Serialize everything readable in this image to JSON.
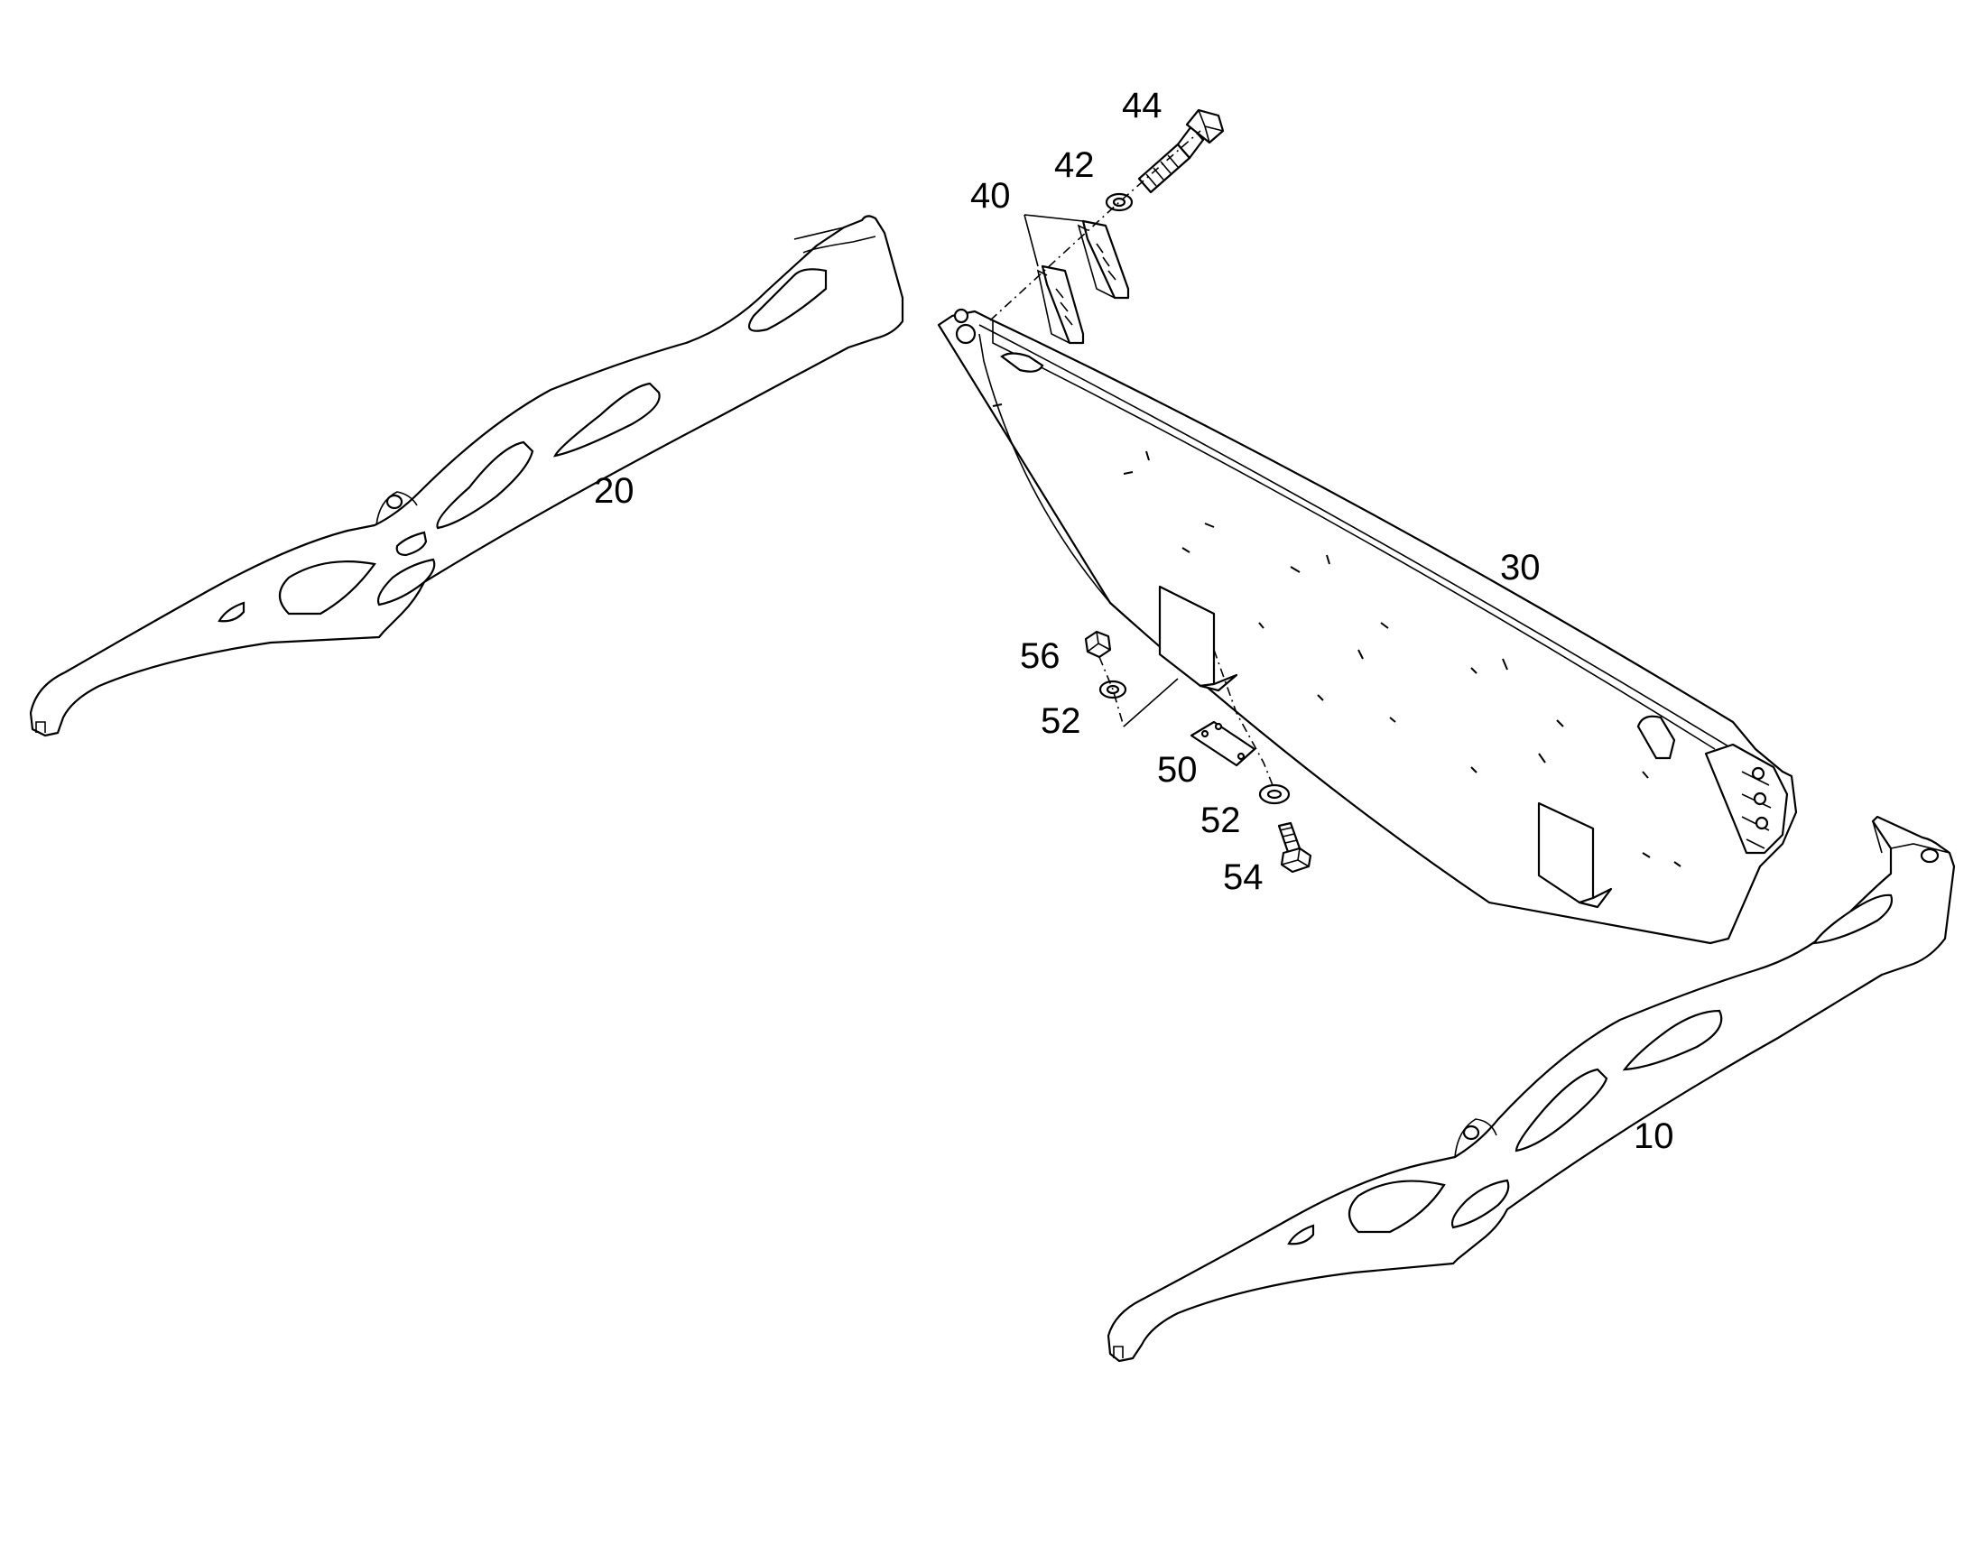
{
  "callouts": {
    "arm_right": "10",
    "arm_left": "20",
    "cross_beam": "30",
    "shim_plates": "40",
    "washer_top": "42",
    "bolt_top": "44",
    "plate_small": "50",
    "washer_upper": "52",
    "washer_lower": "52",
    "bolt_bottom": "54",
    "nut": "56"
  }
}
